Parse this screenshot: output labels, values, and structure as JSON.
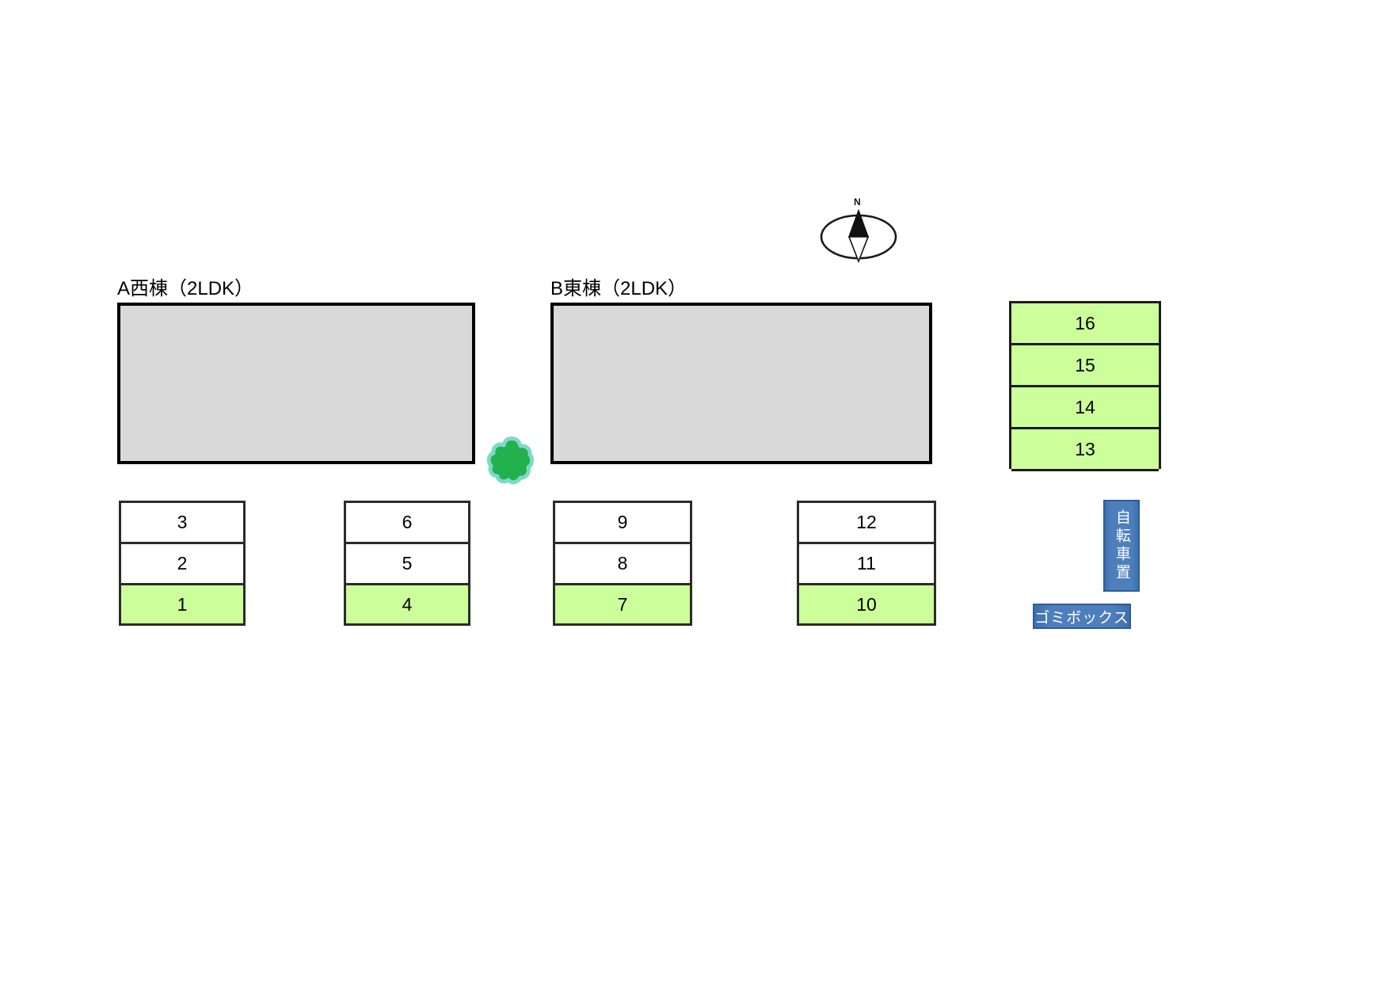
{
  "plan": {
    "buildings": [
      {
        "id": "a-west",
        "label": "A西棟（2LDK）"
      },
      {
        "id": "b-east",
        "label": "B東棟（2LDK）"
      }
    ],
    "compass": {
      "north_label": "N"
    },
    "parking_block_right": {
      "name": "parking-block-16-13",
      "stalls": [
        {
          "number": "16",
          "highlighted": true
        },
        {
          "number": "15",
          "highlighted": true
        },
        {
          "number": "14",
          "highlighted": true
        },
        {
          "number": "13",
          "highlighted": true
        }
      ]
    },
    "parking_groups": [
      {
        "name": "parking-group-3-1",
        "stalls": [
          {
            "number": "3",
            "highlighted": false
          },
          {
            "number": "2",
            "highlighted": false
          },
          {
            "number": "1",
            "highlighted": true
          }
        ]
      },
      {
        "name": "parking-group-6-4",
        "stalls": [
          {
            "number": "6",
            "highlighted": false
          },
          {
            "number": "5",
            "highlighted": false
          },
          {
            "number": "4",
            "highlighted": true
          }
        ]
      },
      {
        "name": "parking-group-9-7",
        "stalls": [
          {
            "number": "9",
            "highlighted": false
          },
          {
            "number": "8",
            "highlighted": false
          },
          {
            "number": "7",
            "highlighted": true
          }
        ]
      },
      {
        "name": "parking-group-12-10",
        "stalls": [
          {
            "number": "12",
            "highlighted": false
          },
          {
            "number": "11",
            "highlighted": false
          },
          {
            "number": "10",
            "highlighted": true
          }
        ]
      }
    ],
    "facilities": [
      {
        "id": "bicycle-parking",
        "label": "自転車置"
      },
      {
        "id": "garbage-box",
        "label": "ゴミボックス"
      }
    ],
    "colors": {
      "building_fill": "#d9d9d9",
      "building_stroke": "#000000",
      "stall_available": "#ccff99",
      "stall_default": "#ffffff",
      "facility_blue": "#4d7fbd",
      "shrub_green": "#22b14c",
      "shrub_outline": "#7fd9c8"
    }
  }
}
